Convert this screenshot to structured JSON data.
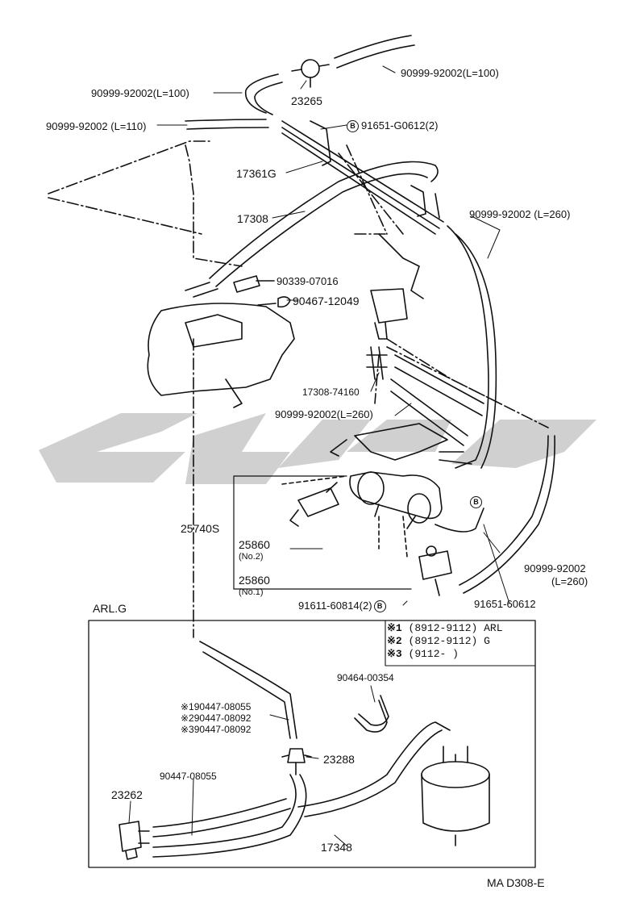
{
  "labels": {
    "hose_top_right": "90999-92002(L=100)",
    "hose_top_left": "90999-92002(L=100)",
    "valve_23265": "23265",
    "hose_l110": "90999-92002 (L=110)",
    "clip_b_top": "91651-G0612(2)",
    "bracket_17361g": "17361G",
    "hose_17308": "17308",
    "hose_l260_right": "90999-92002 (L=260)",
    "plug_90339": "90339-07016",
    "clip_90467": "90467-12049",
    "pipe_17308_74160": "17308-74160",
    "hose_l260_mid": "90999-92002(L=260)",
    "vsv_assembly": "25740S",
    "vsv_no2": "25860",
    "vsv_no2_sub": "(No.2)",
    "vsv_no1": "25860",
    "vsv_no1_sub": "(No.1)",
    "bolt_b": "91611-60814(2)",
    "hose_l260_bottom": "90999-92002",
    "hose_l260_bottom_len": "(L=260)",
    "clip_91651": "91651-60612",
    "arlg": "ARL.G",
    "clamp_90464": "90464-00354",
    "hose_var1": "※190447-08055",
    "hose_var2": "※290447-08092",
    "hose_var3": "※390447-08092",
    "valve_23288": "23288",
    "hose_90447_08055": "90447-08055",
    "sensor_23262": "23262",
    "hose_17348": "17348",
    "diagram_code": "MA D308-E"
  },
  "legend": [
    {
      "mark": "※1",
      "text": "(8912-9112) ARL"
    },
    {
      "mark": "※2",
      "text": "(8912-9112) G"
    },
    {
      "mark": "※3",
      "text": "(9112-        )"
    }
  ],
  "b_mark": "B"
}
